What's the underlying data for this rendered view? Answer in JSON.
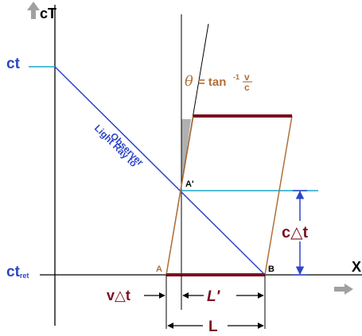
{
  "axes": {
    "y_label": "cT",
    "x_label": "X"
  },
  "labels": {
    "ct": "ct",
    "ct_ret_main": "ct",
    "ct_ret_sub": "ret",
    "point_a": "A",
    "point_a_prime": "A'",
    "point_b": "B",
    "light_ray_line1": "Light Ray to",
    "light_ray_line2": "Observer",
    "c_delta_t": "c△t",
    "v_delta_t": "v△t",
    "l_prime": "L′",
    "l": "L"
  },
  "theta_formula": {
    "theta": "θ",
    "equals_tan": "= tan",
    "exponent": "-1",
    "numerator": "v",
    "denominator": "c"
  },
  "colors": {
    "axis": "#000000",
    "blue_text": "#2e44c8",
    "light_ray": "#2e44c8",
    "cyan_line": "#1ca7c9",
    "rod": "#7a1020",
    "worldline": "#b0703a",
    "tan_text": "#b0703a",
    "wedge": "#b0b0b0",
    "gray_arrow": "#a0a0a0"
  }
}
